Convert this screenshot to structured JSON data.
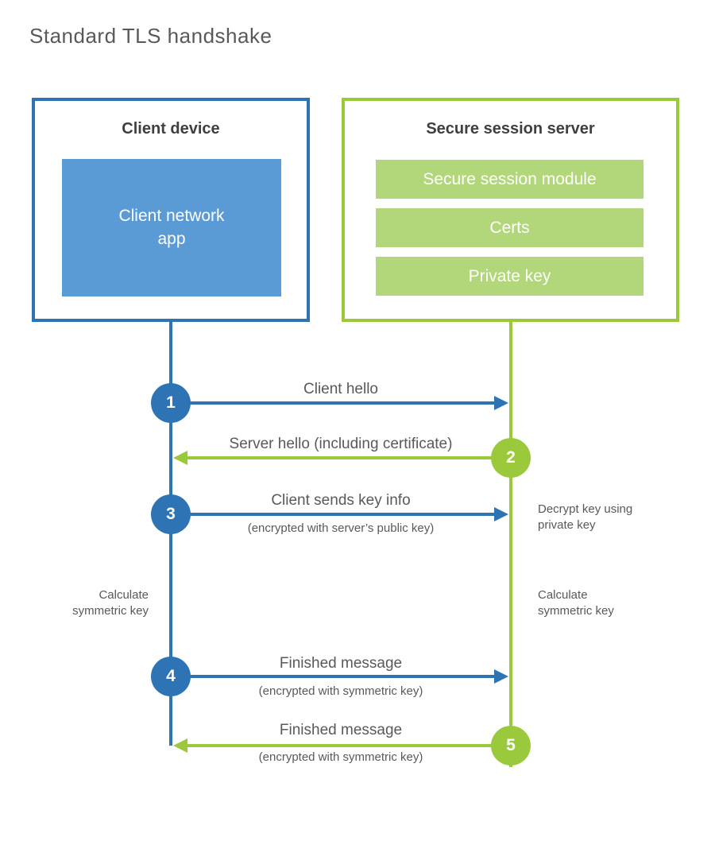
{
  "title": "Standard TLS handshake",
  "client": {
    "title": "Client device",
    "app_label": "Client network\napp"
  },
  "server": {
    "title": "Secure session server",
    "modules": [
      "Secure session module",
      "Certs",
      "Private key"
    ]
  },
  "steps": [
    {
      "num": "1",
      "label": "Client hello",
      "sub": "",
      "direction": "client-to-server"
    },
    {
      "num": "2",
      "label": "Server hello (including certificate)",
      "sub": "",
      "direction": "server-to-client"
    },
    {
      "num": "3",
      "label": "Client sends key info",
      "sub": "(encrypted with server’s public key)",
      "direction": "client-to-server"
    },
    {
      "num": "4",
      "label": "Finished message",
      "sub": "(encrypted with symmetric key)",
      "direction": "client-to-server"
    },
    {
      "num": "5",
      "label": "Finished message",
      "sub": "(encrypted with symmetric key)",
      "direction": "server-to-client"
    }
  ],
  "notes": {
    "decrypt_right": "Decrypt key using\nprivate key",
    "calculate_left": "Calculate\nsymmetric key",
    "calculate_right": "Calculate\nsymmetric key"
  },
  "colors": {
    "blue": "#2e74b5",
    "light_blue": "#5b9bd5",
    "green": "#9aca3c",
    "light_green": "#b2d67a",
    "title_gray": "#595959",
    "heading_dark": "#3f3f3f"
  }
}
